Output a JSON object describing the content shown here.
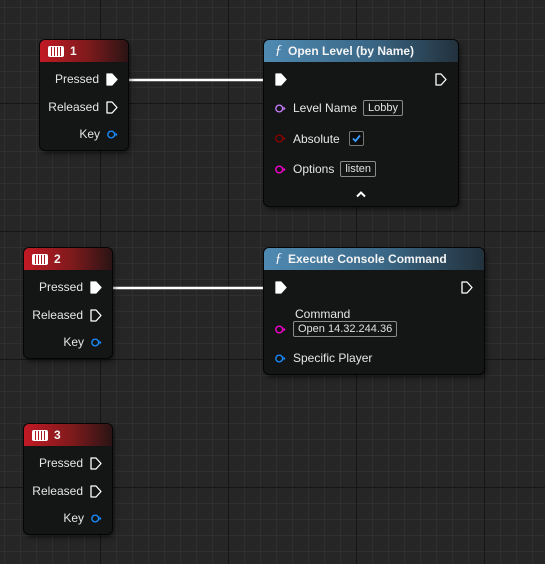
{
  "events": [
    {
      "title": "1",
      "pins": {
        "pressed": "Pressed",
        "released": "Released",
        "key": "Key"
      }
    },
    {
      "title": "2",
      "pins": {
        "pressed": "Pressed",
        "released": "Released",
        "key": "Key"
      }
    },
    {
      "title": "3",
      "pins": {
        "pressed": "Pressed",
        "released": "Released",
        "key": "Key"
      }
    }
  ],
  "open_level": {
    "title": "Open Level (by Name)",
    "level_name": {
      "label": "Level Name",
      "value": "Lobby"
    },
    "absolute": {
      "label": "Absolute",
      "checked": true
    },
    "options": {
      "label": "Options",
      "value": "listen"
    }
  },
  "console_cmd": {
    "title": "Execute Console Command",
    "command": {
      "label": "Command",
      "value": "Open 14.32.244.36"
    },
    "specific_player": {
      "label": "Specific Player"
    }
  },
  "colors": {
    "event_header": "#c21a24",
    "function_header": "#4f8ab2",
    "name_pin": "#c77dff",
    "bool_pin": "#8c0000",
    "string_pin": "#ff00d4",
    "object_pin": "#1a8cff",
    "key_pin": "#1a8cff",
    "exec_wire": "#ffffff"
  },
  "icons": [
    "keyboard-icon",
    "function-icon",
    "checkmark-icon",
    "chevron-up-icon",
    "exec-pin-icon"
  ]
}
